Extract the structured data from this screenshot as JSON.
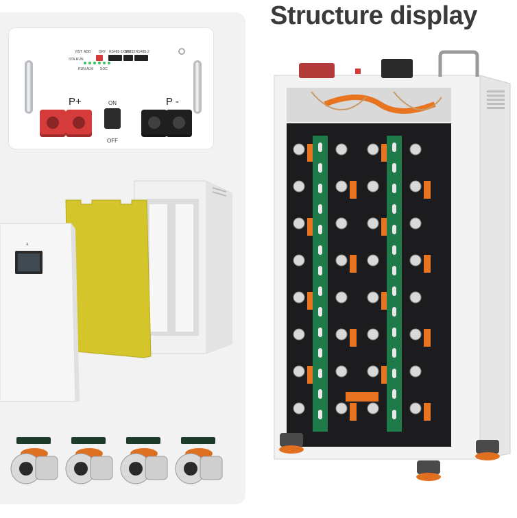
{
  "title": "Structure display",
  "front_panel": {
    "positive_label": "P+",
    "negative_label": "P -",
    "switch_on_label": "ON",
    "switch_off_label": "OFF",
    "port_labels": [
      "DRY",
      "RS485-1/CAN",
      "RS232",
      "RS485-2"
    ],
    "top_labels": [
      "RST",
      "ADD"
    ],
    "status_labels": [
      "RUN ALM",
      "SOC"
    ],
    "mini_label": "STA.RUN"
  },
  "exploded_view": {
    "front_door_label": "a"
  },
  "colors": {
    "positive_connector": "#d63b3b",
    "negative_connector": "#1f1f1f",
    "insulation_sheet": "#d4c52a",
    "busbar": "#e8741f",
    "pcb": "#1f7a4a",
    "cell": "#2b2b2e",
    "cabinet": "#f3f3f3",
    "led_green": "#3bc25a",
    "led_red": "#d43a3a"
  }
}
